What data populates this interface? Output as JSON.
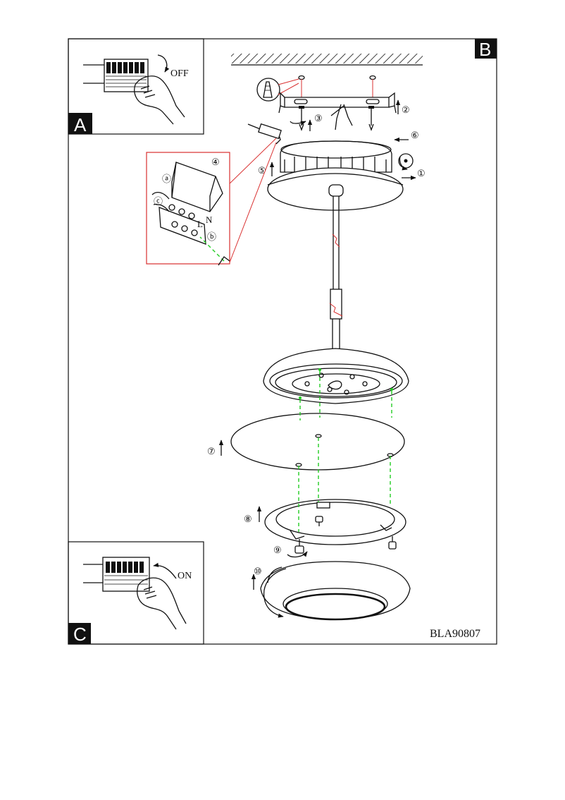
{
  "panels": {
    "a": {
      "badge": "A",
      "switch_label": "OFF"
    },
    "b": {
      "badge": "B",
      "model_code": "BLA90807"
    },
    "c": {
      "badge": "C",
      "switch_label": "ON"
    }
  },
  "steps": [
    "①",
    "②",
    "③",
    "④",
    "⑤",
    "⑥",
    "⑦",
    "⑧",
    "⑨",
    "⑩"
  ],
  "detail_markers": [
    "ⓐ",
    "ⓒ",
    "ⓑ",
    "L",
    "N"
  ],
  "colors": {
    "guide_line": "#22cc22",
    "callout": "#d93030",
    "badge_bg": "#111111"
  }
}
